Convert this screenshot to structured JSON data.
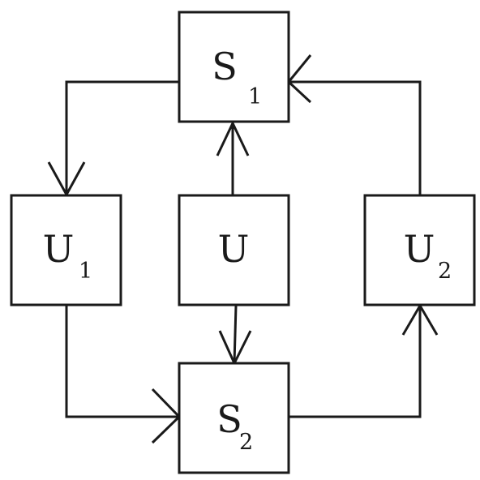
{
  "diagram": {
    "nodes": [
      {
        "id": "S1",
        "label": "S",
        "subscript": "1"
      },
      {
        "id": "U1",
        "label": "U",
        "subscript": "1"
      },
      {
        "id": "U",
        "label": "U",
        "subscript": ""
      },
      {
        "id": "U2",
        "label": "U",
        "subscript": "2"
      },
      {
        "id": "S2",
        "label": "S",
        "subscript": "2"
      }
    ],
    "edges": [
      {
        "from": "S1",
        "to": "U1"
      },
      {
        "from": "U",
        "to": "S1"
      },
      {
        "from": "U2",
        "to": "S1"
      },
      {
        "from": "U",
        "to": "S2"
      },
      {
        "from": "U1",
        "to": "S2"
      },
      {
        "from": "S2",
        "to": "U2"
      }
    ],
    "colors": {
      "stroke": "#1a1a1a",
      "background": "#ffffff"
    }
  }
}
